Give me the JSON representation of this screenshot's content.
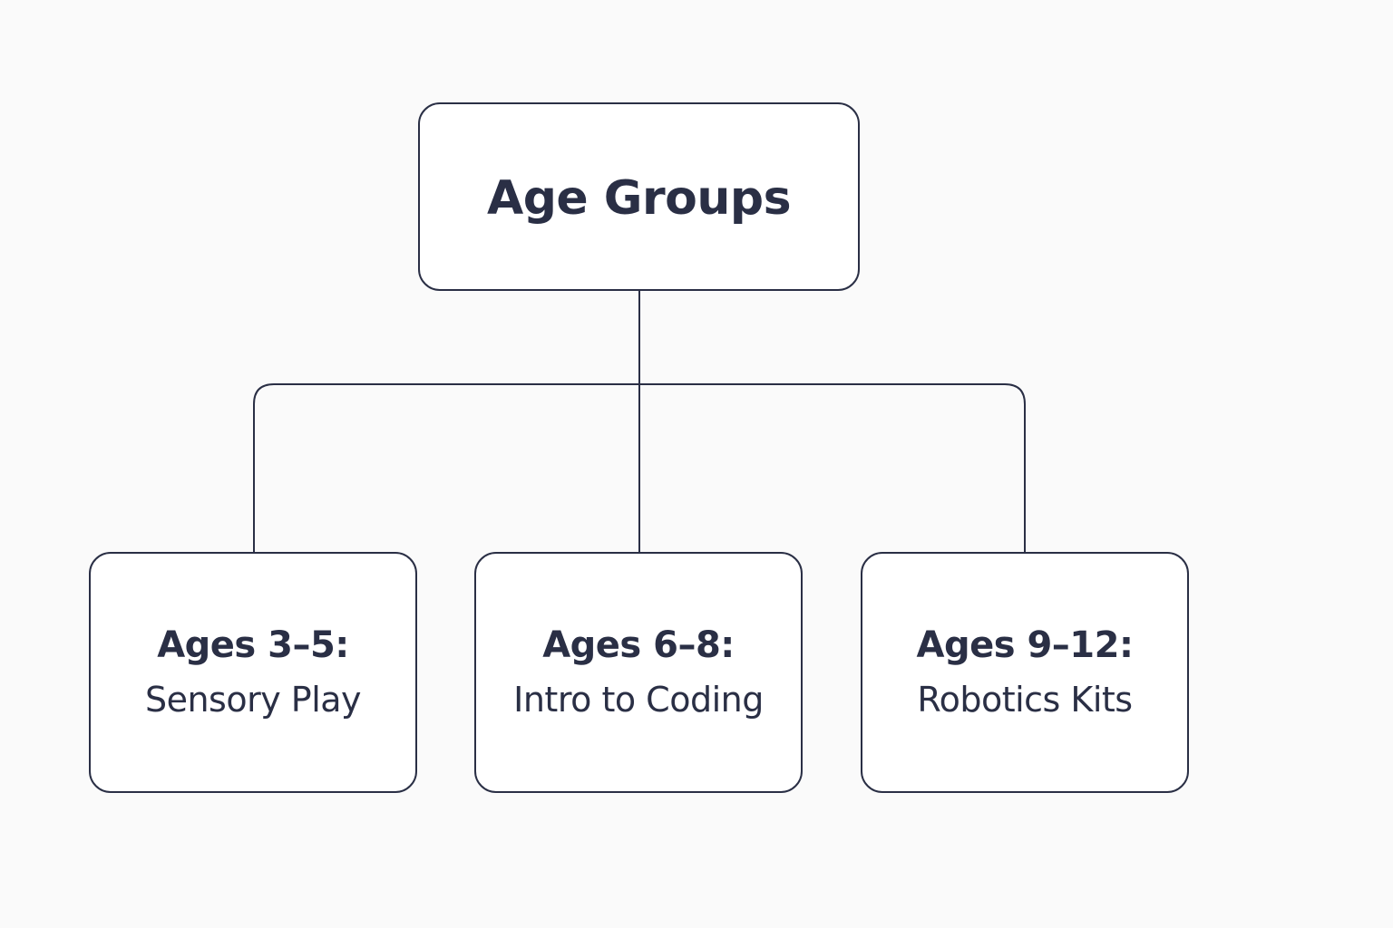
{
  "diagram": {
    "root": {
      "label": "Age Groups"
    },
    "children": [
      {
        "heading": "Ages 3–5:",
        "detail": "Sensory Play"
      },
      {
        "heading": "Ages 6–8:",
        "detail": "Intro to Coding"
      },
      {
        "heading": "Ages 9–12:",
        "detail": "Robotics Kits"
      }
    ]
  },
  "colors": {
    "background": "#fafafa",
    "node_fill": "#ffffff",
    "stroke": "#2a2f45",
    "text": "#2a2f45"
  }
}
